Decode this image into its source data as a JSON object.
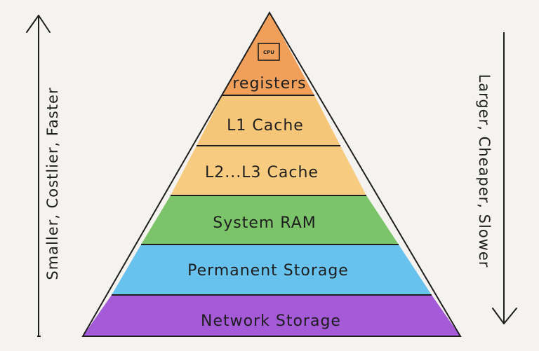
{
  "diagram": {
    "left_arrow_label": "Smaller, Costlier, Faster",
    "right_arrow_label": "Larger, Cheaper, Slower",
    "cpu_label": "CPU",
    "tiers": [
      {
        "label": "registers",
        "color": "#f0a05a"
      },
      {
        "label": "L1 Cache",
        "color": "#f6c678"
      },
      {
        "label": "L2...L3 Cache",
        "color": "#f8cc80"
      },
      {
        "label": "System RAM",
        "color": "#7cc46a"
      },
      {
        "label": "Permanent Storage",
        "color": "#68c2ee"
      },
      {
        "label": "Network Storage",
        "color": "#a55ad8"
      }
    ]
  }
}
